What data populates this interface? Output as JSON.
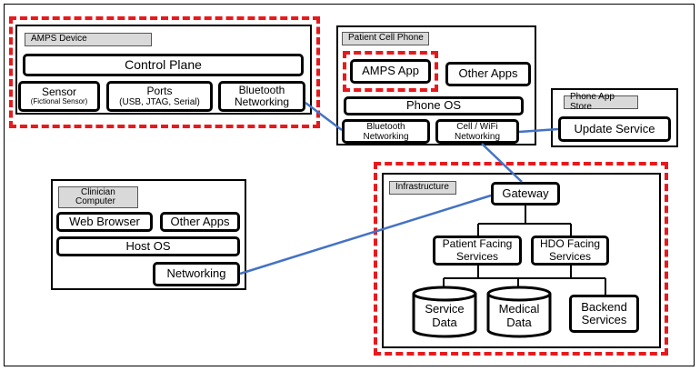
{
  "amps_device": {
    "title": "AMPS Device",
    "control_plane": "Control Plane",
    "sensor": "Sensor",
    "sensor_note": "(Fictional Sensor)",
    "ports": "Ports",
    "ports_note": "(USB, JTAG, Serial)",
    "bluetooth_line1": "Bluetooth",
    "bluetooth_line2": "Networking"
  },
  "patient_phone": {
    "title": "Patient Cell Phone",
    "amps_app": "AMPS App",
    "other_apps": "Other Apps",
    "phone_os": "Phone OS",
    "bluetooth_line1": "Bluetooth",
    "bluetooth_line2": "Networking",
    "cell_line1": "Cell / WiFi",
    "cell_line2": "Networking"
  },
  "app_store": {
    "title": "Phone App Store",
    "update_service": "Update Service"
  },
  "clinician": {
    "title_line1": "Clinician",
    "title_line2": "Computer",
    "web_browser": "Web Browser",
    "other_apps": "Other Apps",
    "host_os": "Host OS",
    "networking": "Networking"
  },
  "infrastructure": {
    "title": "Infrastructure",
    "gateway": "Gateway",
    "patient_line1": "Patient Facing",
    "patient_line2": "Services",
    "hdo_line1": "HDO Facing",
    "hdo_line2": "Services",
    "service_line1": "Service",
    "service_line2": "Data",
    "medical_line1": "Medical",
    "medical_line2": "Data",
    "backend_line1": "Backend",
    "backend_line2": "Services"
  },
  "colors": {
    "trust_boundary": "#e8191c",
    "connection": "#4472c4",
    "title_tag": "#d9d9d9"
  }
}
